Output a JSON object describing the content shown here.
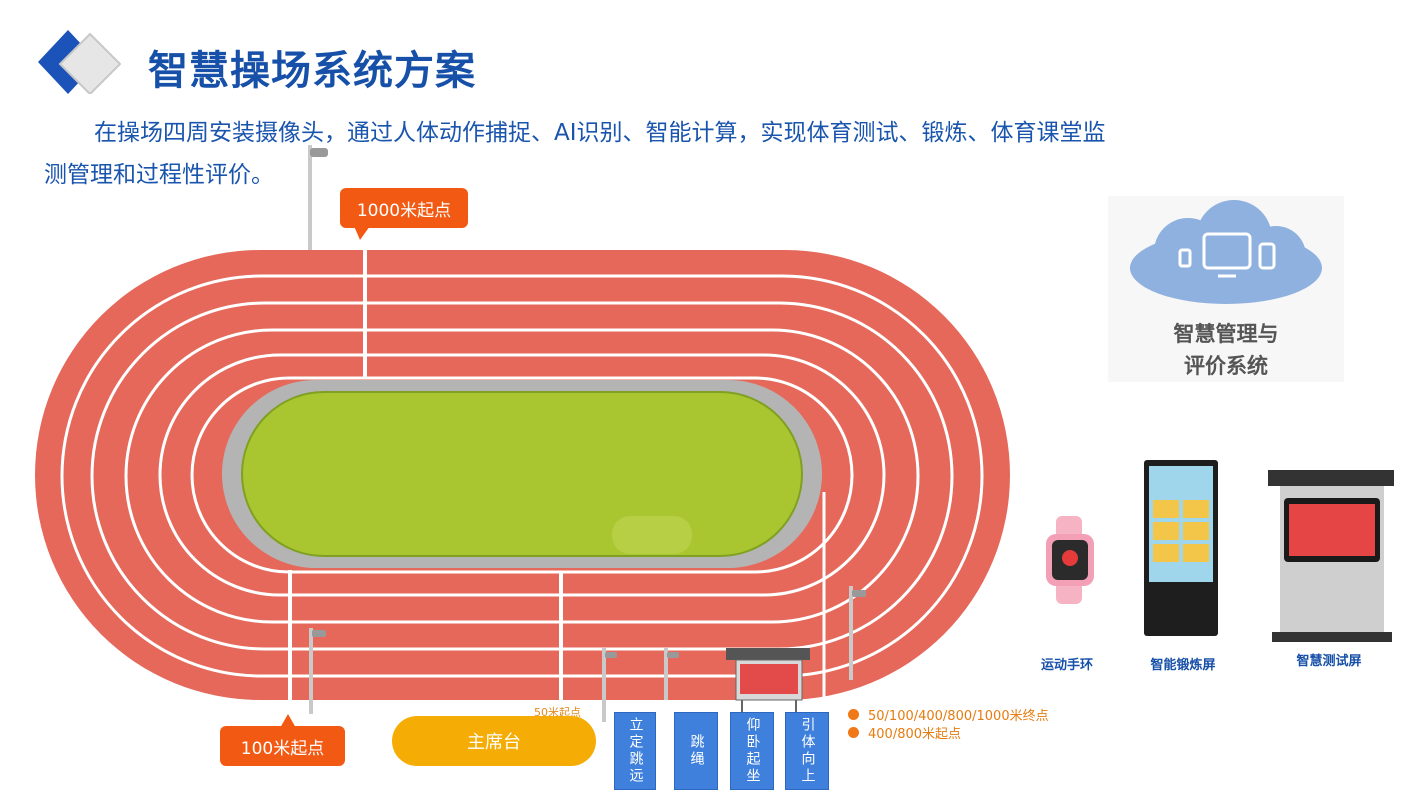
{
  "header": {
    "title": "智慧操场系统方案"
  },
  "intro": {
    "line1": "在操场四周安装摄像头，通过人体动作捕捉、AI识别、智能计算，实现体育测试、锻炼、体育课堂监",
    "line2": "测管理和过程性评价。"
  },
  "track": {
    "start_1000": "1000米起点",
    "start_100": "100米起点",
    "start_50": "50米起点",
    "tribune": "主席台"
  },
  "stations": [
    {
      "label": "立定跳远"
    },
    {
      "label": "跳绳"
    },
    {
      "label": "仰卧起坐"
    },
    {
      "label": "引体向上"
    }
  ],
  "legend": [
    {
      "label": "50/100/400/800/1000米终点"
    },
    {
      "label": "400/800米起点"
    }
  ],
  "system": {
    "line1": "智慧管理与",
    "line2": "评价系统"
  },
  "devices": [
    {
      "label": "运动手环"
    },
    {
      "label": "智能锻炼屏"
    },
    {
      "label": "智慧测试屏"
    }
  ],
  "colors": {
    "track": "#e5685a",
    "field": "#a9c630",
    "accent": "#1750a8",
    "tag": "#f25a14",
    "cloud": "#8fb1df"
  }
}
